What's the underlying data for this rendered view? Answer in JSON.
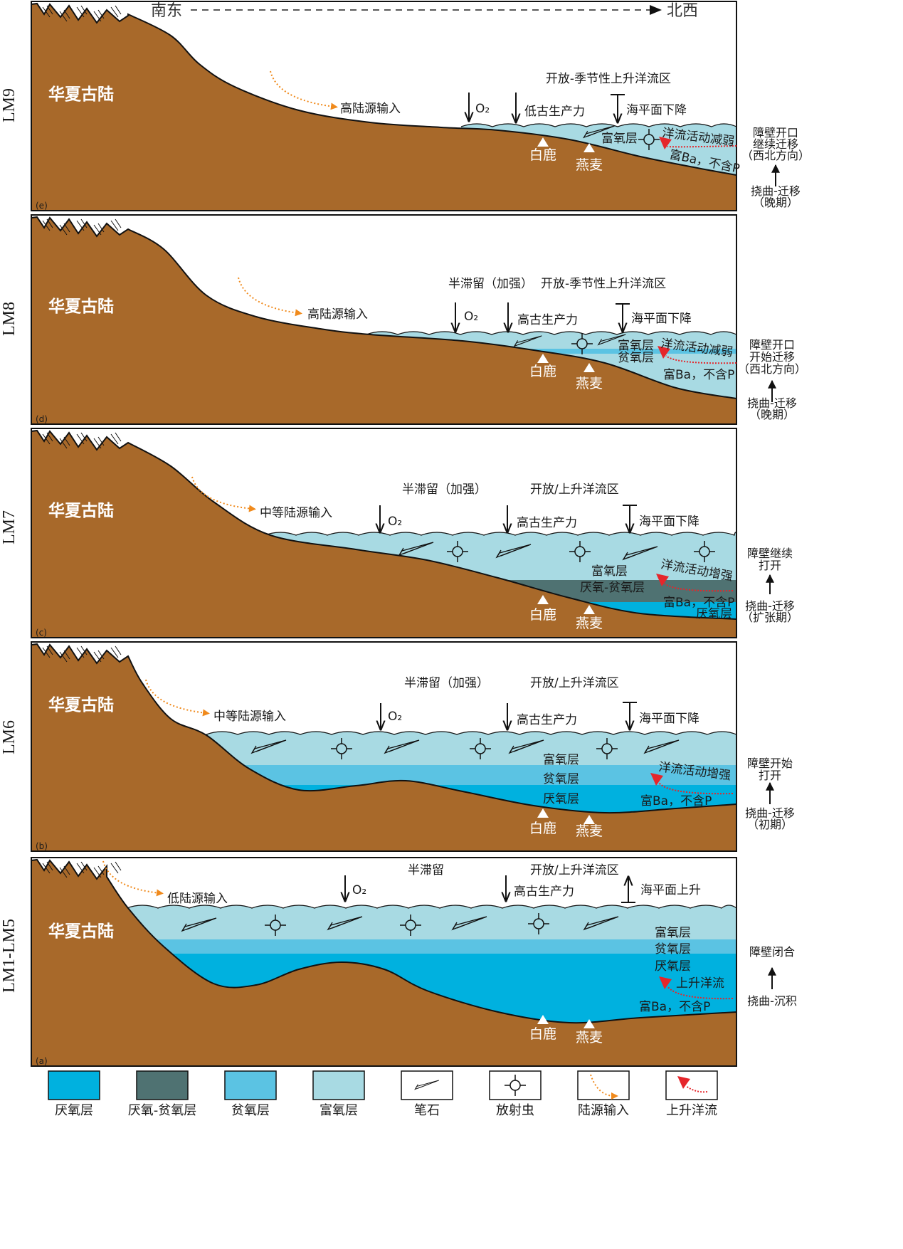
{
  "header": {
    "south_east": "南东",
    "north_west": "北西"
  },
  "colors": {
    "land": "#A8692A",
    "anoxic": "#00B1DF",
    "anoxic_dysoxic": "#4F7272",
    "dysoxic": "#5BC3E3",
    "oxic": "#A8DAE3",
    "terrigenous_arrow": "#F08A1C",
    "upwelling_arrow": "#E5262B"
  },
  "panels": {
    "e": {
      "stage": "LM9",
      "letter": "(e)",
      "continent": "华夏古陆",
      "input": "高陆源输入",
      "zone": "开放-季节性上升洋流区",
      "o2": "O₂",
      "productivity": "低古生产力",
      "sea_level": "海平面下降",
      "layers": [
        "富氧层"
      ],
      "current": "洋流活动减弱",
      "chem": "富Ba，不含P",
      "sites": [
        "白鹿",
        "燕麦"
      ],
      "barrier": [
        "障壁开口",
        "继续迁移",
        "（西北方向）"
      ],
      "tectonic": [
        "挠曲-迁移",
        "（晚期）"
      ]
    },
    "d": {
      "stage": "LM8",
      "letter": "(d)",
      "continent": "华夏古陆",
      "input": "高陆源输入",
      "retention": "半滞留（加强）",
      "zone": "开放-季节性上升洋流区",
      "o2": "O₂",
      "productivity": "高古生产力",
      "sea_level": "海平面下降",
      "layers": [
        "富氧层",
        "贫氧层"
      ],
      "current": "洋流活动减弱",
      "chem": "富Ba，不含P",
      "sites": [
        "白鹿",
        "燕麦"
      ],
      "barrier": [
        "障壁开口",
        "开始迁移",
        "（西北方向）"
      ],
      "tectonic": [
        "挠曲-迁移",
        "（晚期）"
      ]
    },
    "c": {
      "stage": "LM7",
      "letter": "(c)",
      "continent": "华夏古陆",
      "input": "中等陆源输入",
      "retention": "半滞留（加强）",
      "zone": "开放/上升洋流区",
      "o2": "O₂",
      "productivity": "高古生产力",
      "sea_level": "海平面下降",
      "layers": [
        "富氧层",
        "厌氧-贫氧层",
        "厌氧层"
      ],
      "current": "洋流活动增强",
      "chem": "富Ba，不含P",
      "sites": [
        "白鹿",
        "燕麦"
      ],
      "barrier": [
        "障壁继续",
        "打开"
      ],
      "tectonic": [
        "挠曲-迁移",
        "（扩张期）"
      ]
    },
    "b": {
      "stage": "LM6",
      "letter": "(b)",
      "continent": "华夏古陆",
      "input": "中等陆源输入",
      "retention": "半滞留（加强）",
      "zone": "开放/上升洋流区",
      "o2": "O₂",
      "productivity": "高古生产力",
      "sea_level": "海平面下降",
      "layers": [
        "富氧层",
        "贫氧层",
        "厌氧层"
      ],
      "current": "洋流活动增强",
      "chem": "富Ba，不含P",
      "sites": [
        "白鹿",
        "燕麦"
      ],
      "barrier": [
        "障壁开始",
        "打开"
      ],
      "tectonic": [
        "挠曲-迁移",
        "（初期）"
      ]
    },
    "a": {
      "stage": "LM1-LM5",
      "letter": "(a)",
      "continent": "华夏古陆",
      "input": "低陆源输入",
      "retention": "半滞留",
      "zone": "开放/上升洋流区",
      "o2": "O₂",
      "productivity": "高古生产力",
      "sea_level": "海平面上升",
      "layers": [
        "富氧层",
        "贫氧层",
        "厌氧层"
      ],
      "current": "上升洋流",
      "chem": "富Ba，不含P",
      "sites": [
        "白鹿",
        "燕麦"
      ],
      "barrier": [
        "障壁闭合"
      ],
      "tectonic": [
        "挠曲-沉积"
      ]
    }
  },
  "legend": [
    "厌氧层",
    "厌氧-贫氧层",
    "贫氧层",
    "富氧层",
    "笔石",
    "放射虫",
    "陆源输入",
    "上升洋流"
  ]
}
